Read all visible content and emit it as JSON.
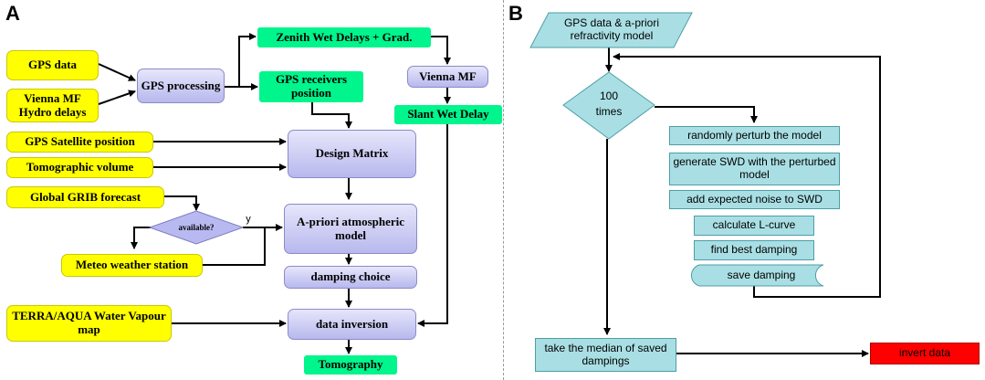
{
  "panel_a": {
    "letter": "A",
    "gps_data": "GPS data",
    "vienna_hydro": "Vienna MF Hydro delays",
    "gps_processing": "GPS processing",
    "zenith_wet": "Zenith Wet Delays + Grad.",
    "gps_receivers": "GPS receivers position",
    "vienna_mf": "Vienna MF",
    "slant_wet": "Slant Wet Delay",
    "gps_satellite": "GPS Satellite position",
    "tomographic_volume": "Tomographic volume",
    "design_matrix": "Design Matrix",
    "grib_forecast": "Global  GRIB forecast",
    "available": "available?",
    "y_label": "y",
    "apriori_model": "A-priori atmospheric model",
    "meteo_station": "Meteo weather station",
    "damping_choice": "damping choice",
    "terra_aqua": "TERRA/AQUA Water Vapour map",
    "data_inversion": "data inversion",
    "tomography": "Tomography"
  },
  "panel_b": {
    "letter": "B",
    "gps_apriori": "GPS data & a-priori refractivity model",
    "loop_count": "100",
    "loop_unit": "times",
    "perturb": "randomly perturb the model",
    "generate_swd": "generate SWD with the perturbed model",
    "add_noise": "add expected noise to SWD",
    "lcurve": "calculate L-curve",
    "best_damping": "find best damping",
    "save_damping": "save damping",
    "median": "take the median of saved dampings",
    "invert": "invert data"
  },
  "colors": {
    "input_yellow": "#ffff00",
    "output_green": "#00f58c",
    "process_lavender": "#c8c8f4",
    "flow_cyan": "#a9dfe4",
    "final_red": "#ff0000"
  }
}
